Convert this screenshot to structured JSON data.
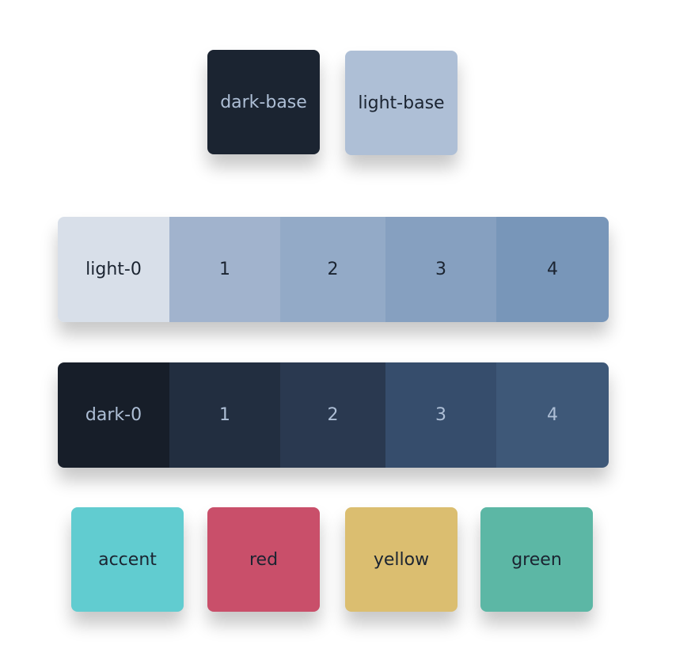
{
  "base": [
    {
      "label": "dark-base",
      "bg": "#1b2431",
      "fg": "#aebfd6"
    },
    {
      "label": "light-base",
      "bg": "#aebfd6",
      "fg": "#1b2431"
    }
  ],
  "light_strip": [
    {
      "label": "light-0",
      "bg": "#d8dfe9",
      "fg": "#1b2431"
    },
    {
      "label": "1",
      "bg": "#a1b3cd",
      "fg": "#1b2431"
    },
    {
      "label": "2",
      "bg": "#93aac7",
      "fg": "#1b2431"
    },
    {
      "label": "3",
      "bg": "#86a0c0",
      "fg": "#1b2431"
    },
    {
      "label": "4",
      "bg": "#7896b9",
      "fg": "#1b2431"
    }
  ],
  "dark_strip": [
    {
      "label": "dark-0",
      "bg": "#171e29",
      "fg": "#aebfd6"
    },
    {
      "label": "1",
      "bg": "#222e40",
      "fg": "#aebfd6"
    },
    {
      "label": "2",
      "bg": "#2a3950",
      "fg": "#aebfd6"
    },
    {
      "label": "3",
      "bg": "#364d6c",
      "fg": "#aebfd6"
    },
    {
      "label": "4",
      "bg": "#3e5878",
      "fg": "#aebfd6"
    }
  ],
  "accents": [
    {
      "label": "accent",
      "bg": "#61ccd0",
      "fg": "#1b2431"
    },
    {
      "label": "red",
      "bg": "#c94f6a",
      "fg": "#1b2431"
    },
    {
      "label": "yellow",
      "bg": "#dbbe70",
      "fg": "#1b2431"
    },
    {
      "label": "green",
      "bg": "#5cb7a5",
      "fg": "#1b2431"
    }
  ]
}
